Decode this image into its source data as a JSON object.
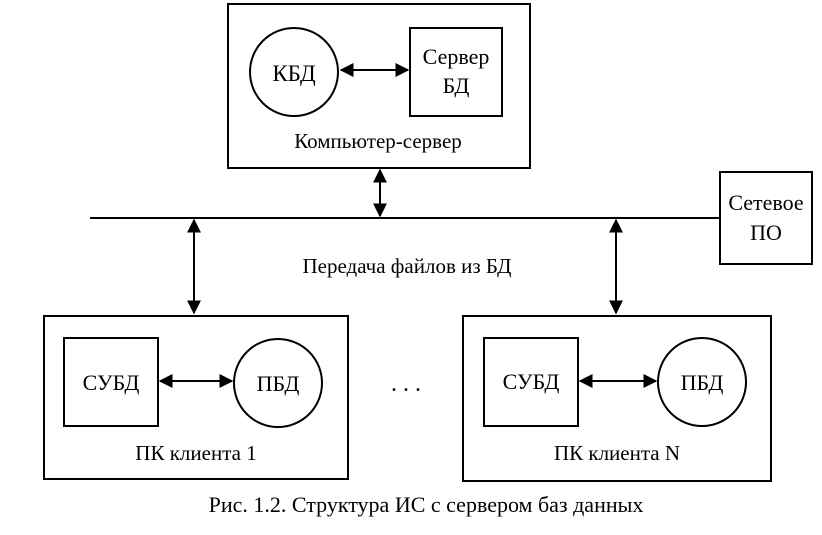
{
  "server": {
    "kbd_label": "КБД",
    "db_server_label_line1": "Сервер",
    "db_server_label_line2": "БД",
    "caption": "Компьютер-сервер"
  },
  "network_software": {
    "line1": "Сетевое",
    "line2": "ПО"
  },
  "transfer_label": "Передача файлов из БД",
  "client1": {
    "dbms_label": "СУБД",
    "pbd_label": "ПБД",
    "caption": "ПК клиента 1"
  },
  "ellipsis": ". . .",
  "clientN": {
    "dbms_label": "СУБД",
    "pbd_label": "ПБД",
    "caption": "ПК клиента N"
  },
  "figure_caption": "Рис. 1.2. Структура ИС с сервером баз данных"
}
